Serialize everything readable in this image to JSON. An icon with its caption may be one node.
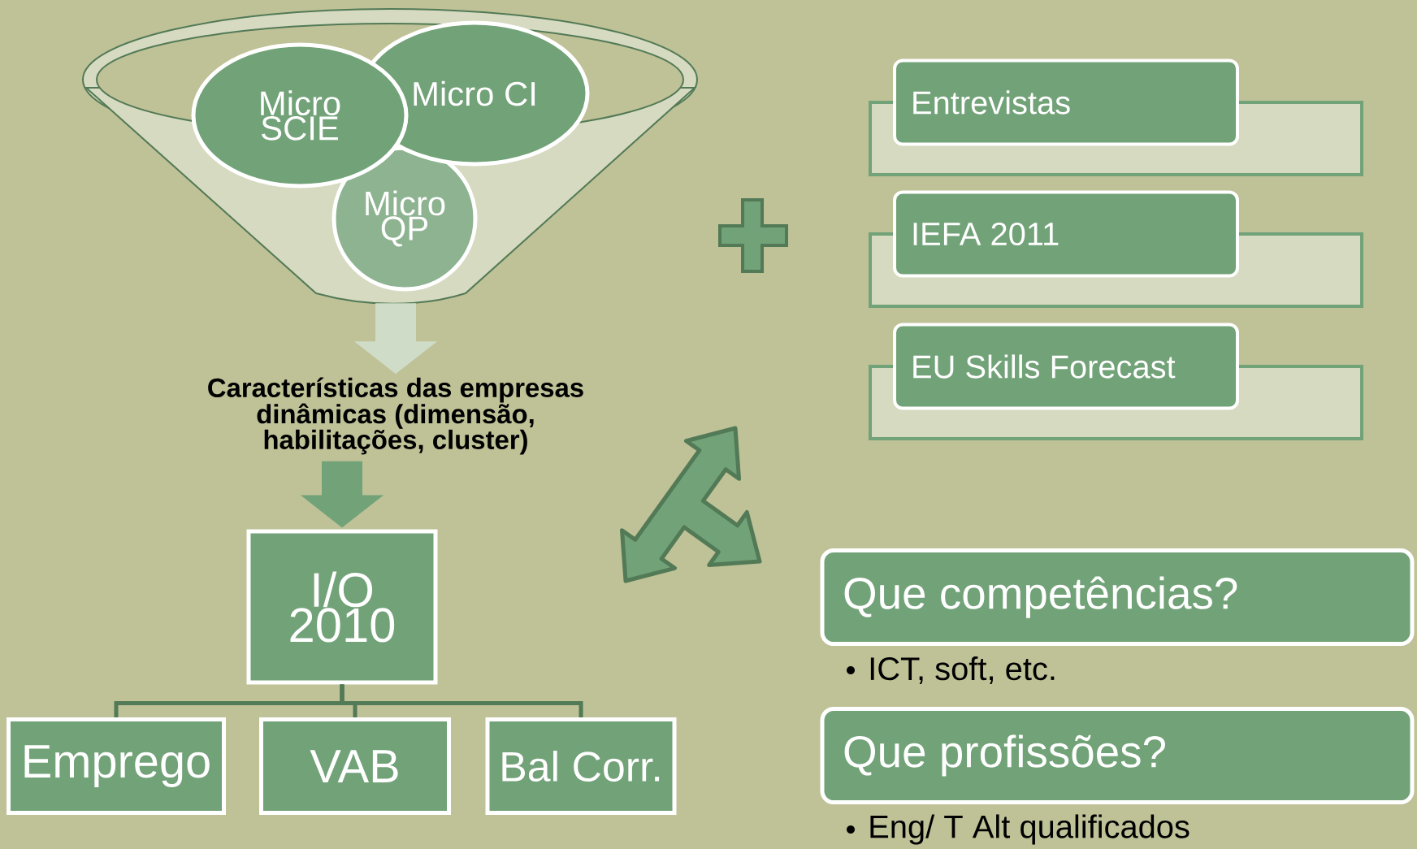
{
  "diagram": {
    "nodes": [
      {
        "text": [],
        "shape": "funnel"
      },
      {
        "text": [
          "Micro SCIE"
        ]
      },
      {
        "text": [
          "Micro CI"
        ]
      },
      {
        "text": [
          "Micro QP"
        ],
        "in": 0
      },
      {
        "text": [
          "Características das empresas dinâmicas (dimensão, habilitações, cluster)"
        ]
      },
      {
        "text": [
          "I/O 2010"
        ]
      },
      {
        "text": [
          "Emprego"
        ]
      },
      {
        "text": [
          "VAB"
        ]
      },
      {
        "text": [
          "Bal Corr."
        ]
      },
      {
        "text": [
          "Entrevistas"
        ]
      },
      {
        "text": [
          "IEFA 2011"
        ]
      },
      {
        "text": [
          "EU Skills Forecast"
        ]
      },
      {
        "text": [
          "Que competências?"
        ],
        "beside": [
          "ICT, soft, etc."
        ]
      },
      {
        "text": [
          "Que profissões?"
        ],
        "beside": [
          "Eng/ T Alt qualificados"
        ]
      },
      {
        "text": [],
        "shape": "plus"
      }
    ],
    "edges": [
      {
        "from": 0,
        "to": 4,
        "arrow": "to",
        "style": "thick",
        "color": "#cfdcc8"
      },
      {
        "from": 4,
        "to": 5,
        "arrow": "to",
        "style": "thick",
        "color": "#72a278"
      },
      {
        "from": 5,
        "to": 6,
        "arrow": "none"
      },
      {
        "from": 5,
        "to": 7,
        "arrow": "none"
      },
      {
        "from": 5,
        "to": 8,
        "arrow": "none"
      }
    ]
  }
}
